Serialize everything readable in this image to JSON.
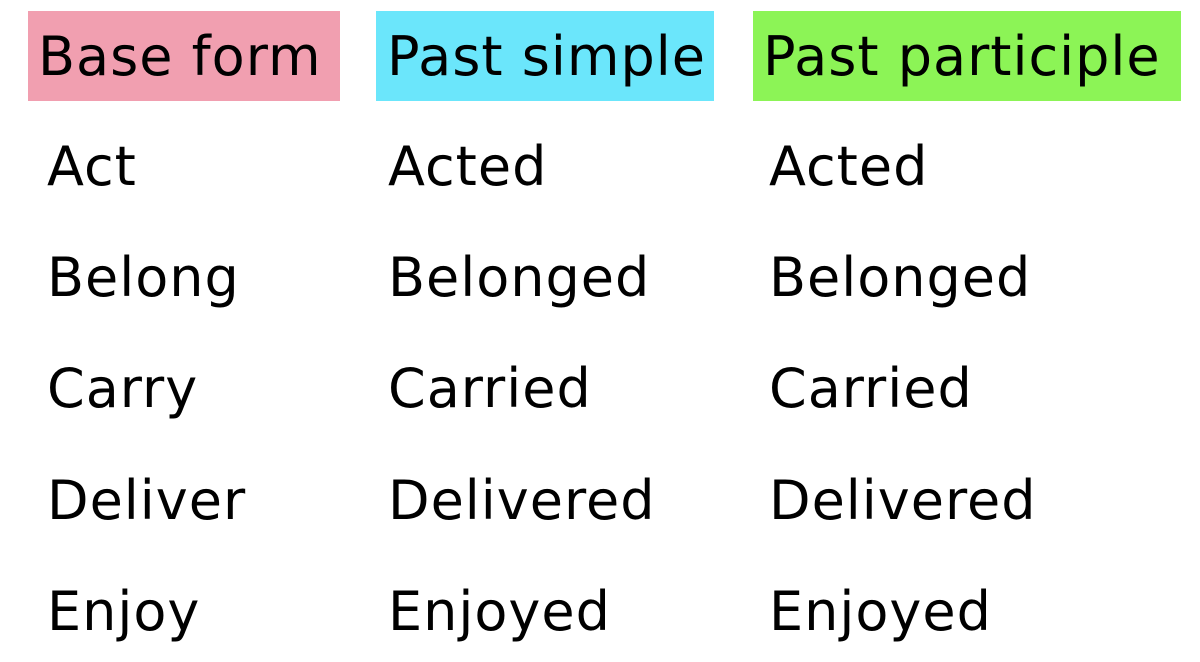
{
  "headers": [
    {
      "label": "Base form",
      "color": "#F19FB0"
    },
    {
      "label": "Past simple",
      "color": "#6BE6FB"
    },
    {
      "label": "Past participle",
      "color": "#8CF456"
    }
  ],
  "rows": [
    [
      "Act",
      "Acted",
      "Acted"
    ],
    [
      "Belong",
      "Belonged",
      "Belonged"
    ],
    [
      "Carry",
      "Carried",
      "Carried"
    ],
    [
      "Deliver",
      "Delivered",
      "Delivered"
    ],
    [
      "Enjoy",
      "Enjoyed",
      "Enjoyed"
    ]
  ]
}
